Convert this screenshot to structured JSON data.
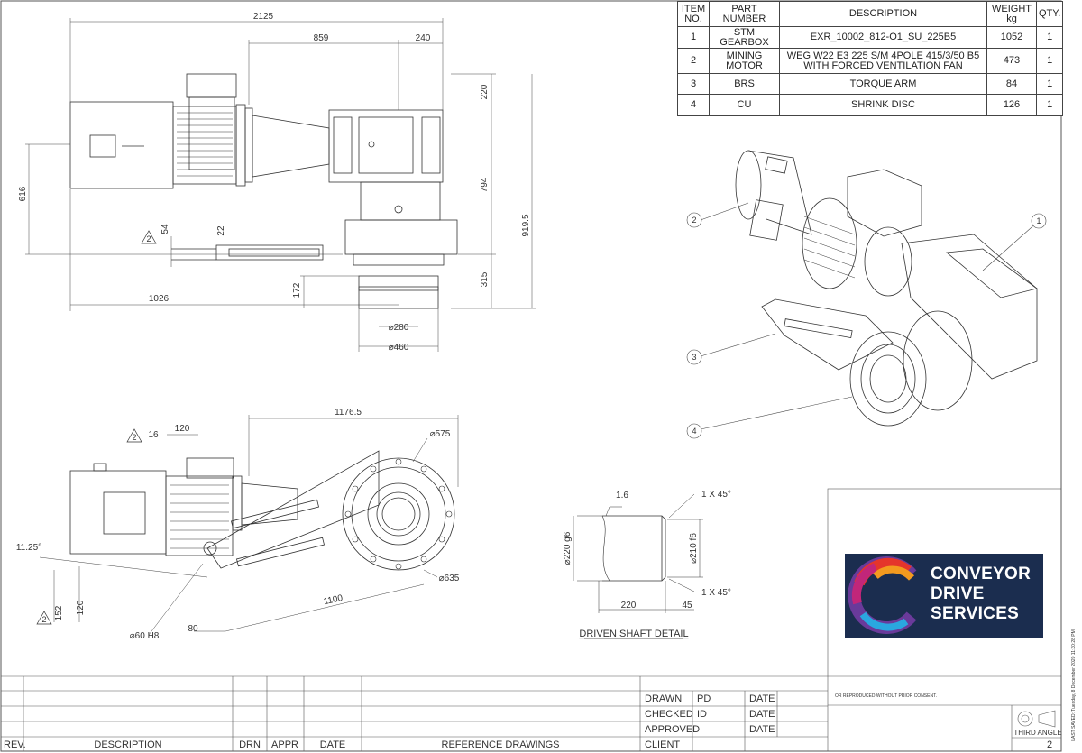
{
  "bom": {
    "headers": {
      "item": "ITEM NO.",
      "part": "PART NUMBER",
      "desc": "DESCRIPTION",
      "weight": "WEIGHT kg",
      "qty": "QTY."
    },
    "rows": [
      {
        "item": "1",
        "part": "STM GEARBOX",
        "desc": "EXR_10002_812-O1_SU_225B5",
        "weight": "1052",
        "qty": "1"
      },
      {
        "item": "2",
        "part": "MINING MOTOR",
        "desc": "WEG W22 E3 225 S/M 4POLE 415/3/50 B5 WITH FORCED VENTILATION FAN",
        "weight": "473",
        "qty": "1"
      },
      {
        "item": "3",
        "part": "BRS",
        "desc": "TORQUE ARM",
        "weight": "84",
        "qty": "1"
      },
      {
        "item": "4",
        "part": "CU",
        "desc": "SHRINK DISC",
        "weight": "126",
        "qty": "1"
      }
    ]
  },
  "top_view": {
    "dims": {
      "overall": "2125",
      "d859": "859",
      "d240": "240",
      "d220": "220",
      "d616": "616",
      "d794": "794",
      "d919": "919.5",
      "d54": "54",
      "d22": "22",
      "d172": "172",
      "d315": "315",
      "d1026": "1026",
      "d280": "⌀280",
      "d460": "⌀460"
    },
    "rev_mark": "2"
  },
  "side_view": {
    "dims": {
      "d1176": "1176.5",
      "d120a": "120",
      "d16": "16",
      "d575": "⌀575",
      "d1125": "11.25°",
      "d120b": "120",
      "d152": "152",
      "d1100": "1100",
      "d635": "⌀635",
      "d80": "80",
      "d60": "⌀60 H8"
    },
    "rev_mark_top": "2",
    "rev_mark_bottom": "2"
  },
  "shaft_detail": {
    "title": "DRIVEN SHAFT DETAIL",
    "roughness": "1.6",
    "chamfer_top": "1 X 45°",
    "chamfer_bottom": "1 X 45°",
    "dia_left": "⌀220 g6",
    "dia_right": "⌀210 f6",
    "len": "220",
    "len2": "45"
  },
  "iso_view": {
    "balloons": [
      "1",
      "2",
      "3",
      "4"
    ]
  },
  "logo": {
    "line1": "CONVEYOR",
    "line2": "DRIVE",
    "line3": "SERVICES",
    "colors": {
      "bg": "#1b2d4f",
      "red": "#e5352b",
      "orange": "#f39a1f",
      "magenta": "#c1267a",
      "purple": "#6a3a9a",
      "blue": "#2aa7df"
    }
  },
  "title_block": {
    "consent": "OR REPRODUCED WITHOUT PRIOR CONSENT.",
    "drawn": "DRAWN",
    "drawn_by": "PD",
    "checked": "CHECKED",
    "checked_by": "ID",
    "approved": "APPROVED",
    "client": "CLIENT",
    "date": "DATE",
    "third_angle": "THIRD ANGLE",
    "sheet": "2",
    "rev": "REV.",
    "description": "DESCRIPTION",
    "drn": "DRN",
    "appr": "APPR",
    "date_col": "DATE",
    "reference": "REFERENCE DRAWINGS",
    "last_saved": "LAST SAVED: Tuesday, 8 December 2020 11:30:28 PM"
  }
}
